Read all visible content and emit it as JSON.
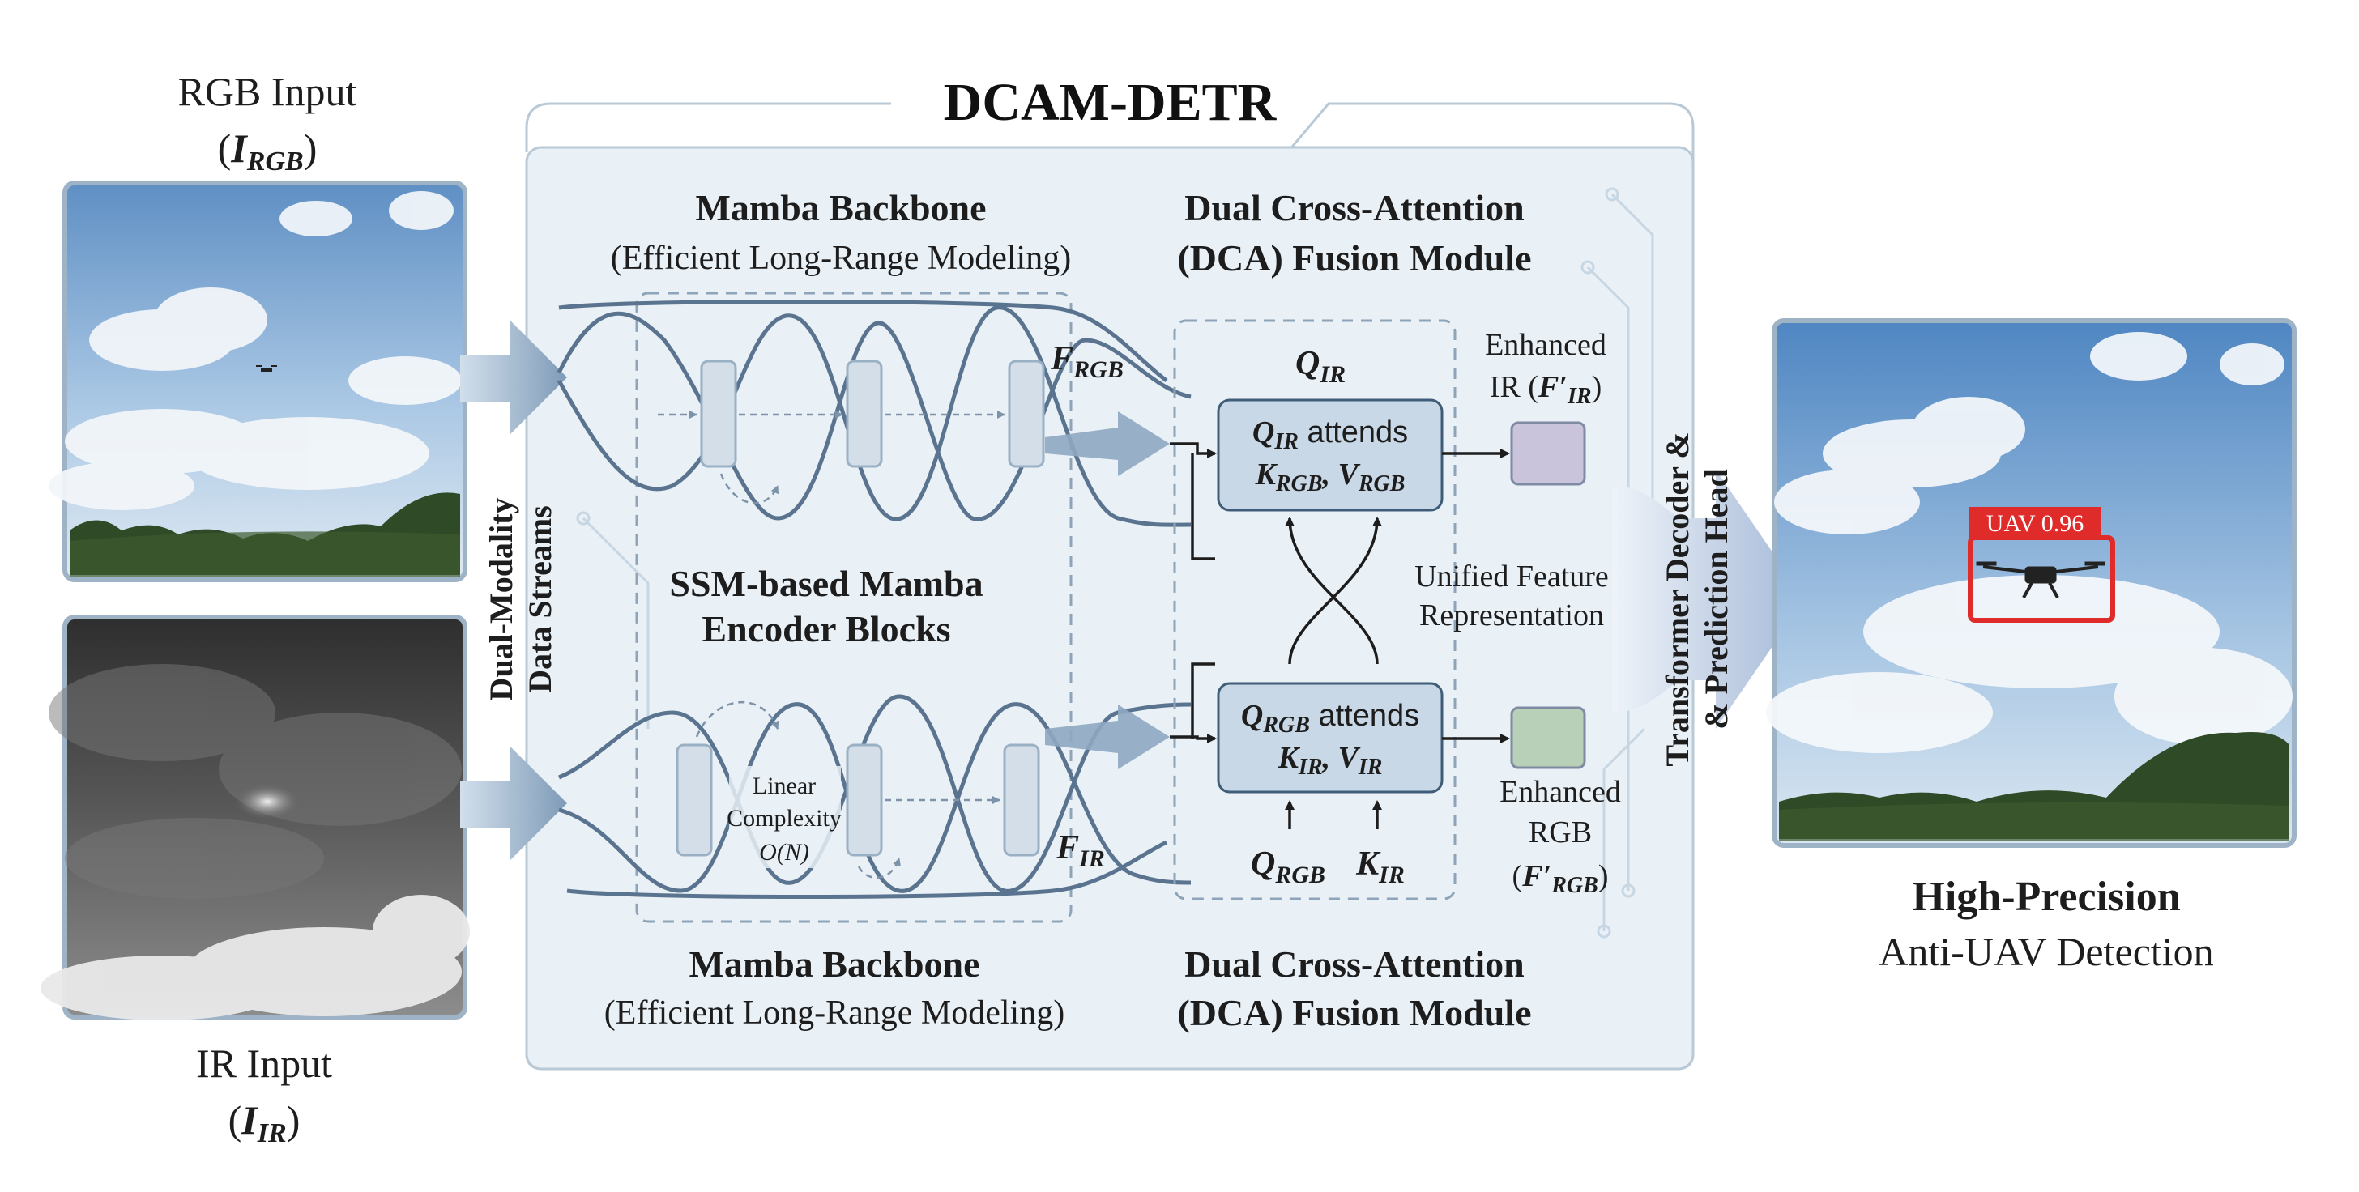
{
  "title": "DCAM-DETR",
  "inputs": {
    "rgb_label": "RGB Input",
    "rgb_sym": "I",
    "rgb_sub": "RGB",
    "ir_label": "IR Input",
    "ir_sym": "I",
    "ir_sub": "IR"
  },
  "streams_label": [
    "Dual-Modality",
    "Data Streams"
  ],
  "backbone_top": {
    "title": "Mamba Backbone",
    "subtitle": "(Efficient Long-Range Modeling)"
  },
  "backbone_bottom": {
    "title": "Mamba Backbone",
    "subtitle": "(Efficient Long-Range Modeling)"
  },
  "encoder_label": [
    "SSM-based Mamba",
    "Encoder Blocks"
  ],
  "complexity": [
    "Linear",
    "Complexity",
    "O(N)"
  ],
  "fusion_top": [
    "Dual Cross-Attention",
    "(DCA) Fusion Module"
  ],
  "fusion_bottom": [
    "Dual Cross-Attention",
    "(DCA) Fusion Module"
  ],
  "features": {
    "f_rgb_sym": "F",
    "f_rgb_sub": "RGB",
    "f_ir_sym": "F",
    "f_ir_sub": "IR"
  },
  "attention": {
    "q_ir_sym": "Q",
    "q_ir_sub": "IR",
    "box_top_line1_sym": "Q",
    "box_top_line1_sub": "IR",
    "box_top_line1_rest": " attends",
    "box_top_line2": [
      {
        "sym": "K",
        "sub": "RGB"
      },
      {
        "sym": "V",
        "sub": "RGB"
      }
    ],
    "box_bot_line1_sym": "Q",
    "box_bot_line1_sub": "RGB",
    "box_bot_line1_rest": " attends",
    "box_bot_line2": [
      {
        "sym": "K",
        "sub": "IR"
      },
      {
        "sym": "V",
        "sub": "IR"
      }
    ],
    "q_rgb_sym": "Q",
    "q_rgb_sub": "RGB",
    "k_ir_sym": "K",
    "k_ir_sub": "IR"
  },
  "unified_label": [
    "Unified Feature",
    "Representation"
  ],
  "enhanced_ir": {
    "line1": "Enhanced",
    "line2_prefix": "IR (",
    "sym": "F′",
    "sub": "IR",
    "line2_suffix": ")"
  },
  "enhanced_rgb": {
    "line1": "Enhanced",
    "line2": "RGB",
    "prefix": "(",
    "sym": "F′",
    "sub": "RGB",
    "suffix": ")"
  },
  "decoder_label": [
    "Transformer Decoder &",
    "& Prediction Head"
  ],
  "output": {
    "title": "High-Precision",
    "subtitle": "Anti-UAV Detection",
    "detection_label": "UAV 0.96"
  },
  "colors": {
    "frame_stroke": "#b9c9d6",
    "panel_fill": "#e9f0f6",
    "box_fill": "#c9d8e6",
    "box_stroke": "#3f5d78",
    "line": "#5a7490",
    "arrow_fill": "#8fa9c2",
    "detection_red": "#e02b2b",
    "enhanced_ir_fill": "#c9c3dc",
    "enhanced_rgb_fill": "#b9d0b8"
  }
}
